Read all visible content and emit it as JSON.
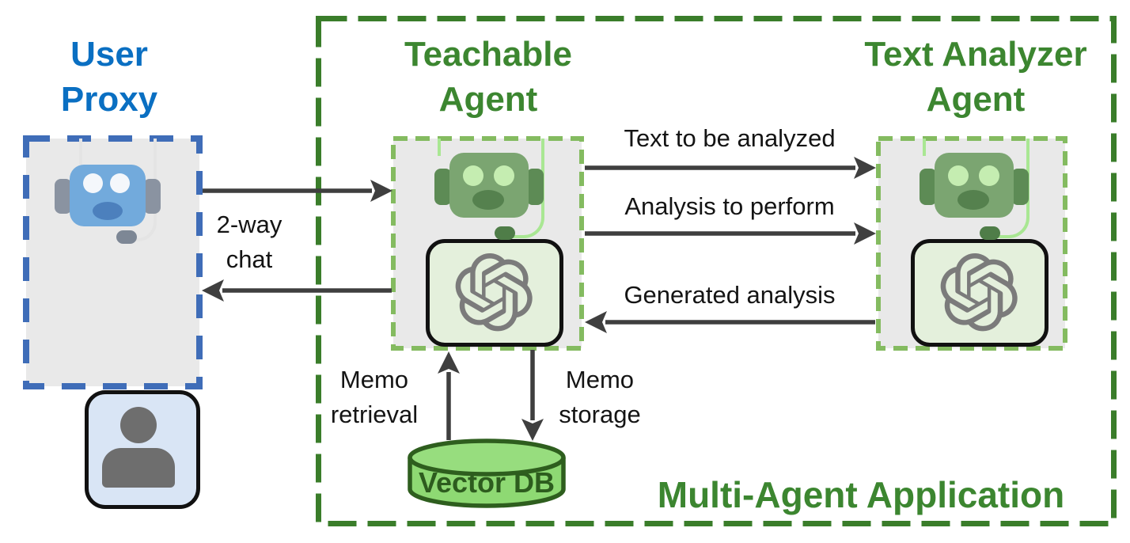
{
  "diagram_title": "Multi-Agent Application",
  "nodes": {
    "user_proxy": {
      "label_line1": "User",
      "label_line2": "Proxy"
    },
    "teachable_agent": {
      "label_line1": "Teachable",
      "label_line2": "Agent"
    },
    "text_analyzer_agent": {
      "label_line1": "Text Analyzer",
      "label_line2": "Agent"
    },
    "vector_db": {
      "label": "Vector DB"
    },
    "container": {
      "label": "Multi-Agent Application"
    }
  },
  "edges": {
    "two_way_chat": {
      "line1": "2-way",
      "line2": "chat"
    },
    "text_to_be_analyzed": {
      "label": "Text to be analyzed"
    },
    "analysis_to_perform": {
      "label": "Analysis to perform"
    },
    "generated_analysis": {
      "label": "Generated analysis"
    },
    "memo_retrieval": {
      "line1": "Memo",
      "line2": "retrieval"
    },
    "memo_storage": {
      "line1": "Memo",
      "line2": "storage"
    }
  },
  "icons": {
    "user_proxy_robot": "robot-headset-icon (blue)",
    "person": "person-icon",
    "teachable_robot": "robot-headset-icon (green)",
    "text_analyzer_robot": "robot-headset-icon (green)",
    "llm": "openai-logo-icon",
    "database": "database-cylinder-icon"
  },
  "colors": {
    "user_proxy_title": "#0a6fc2",
    "user_proxy_border": "#3f6db8",
    "green_title": "#3c8630",
    "outer_border": "#3a7d2a",
    "agent_box_border": "#84bb60",
    "node_background": "#e9e9e9",
    "arrow": "#3f3f3f",
    "vector_db_fill": "#8ed973",
    "vector_db_stroke": "#2e5e1e",
    "vector_db_text": "#2d5c1e",
    "llm_panel_fill": "#e4f0dc",
    "person_panel_fill": "#d9e5f5"
  }
}
